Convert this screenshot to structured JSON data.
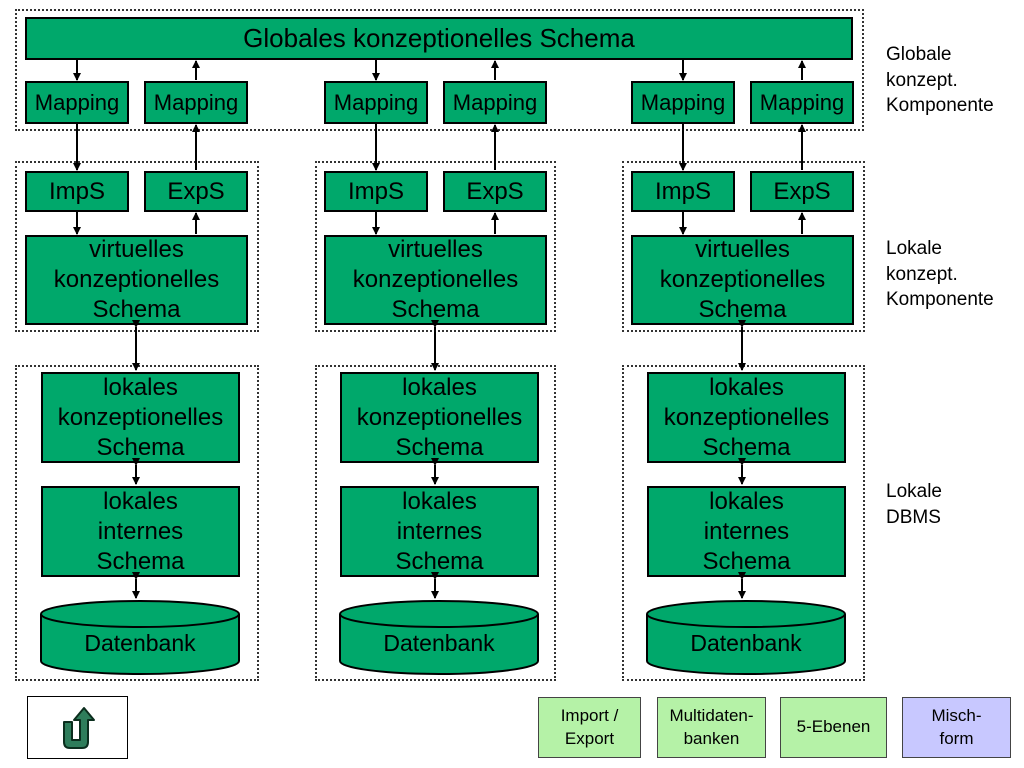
{
  "global_schema": "Globales konzeptionelles Schema",
  "mapping_label": "Mapping",
  "imp_label": "ImpS",
  "exp_label": "ExpS",
  "virtual_schema": [
    "virtuelles",
    "konzeptionelles",
    "Schema"
  ],
  "local_conceptual_schema": [
    "lokales",
    "konzeptionelles",
    "Schema"
  ],
  "local_internal_schema": [
    "lokales",
    "internes",
    "Schema"
  ],
  "database_label": "Datenbank",
  "side_labels": {
    "global": "Globale\nkonzept.\nKomponente",
    "local_concept": "Lokale\nkonzept.\nKomponente",
    "local_dbms": "Lokale\nDBMS"
  },
  "nav": {
    "import_export": "Import /\nExport",
    "multidatabases": "Multidaten-\nbanken",
    "five_levels": "5-Ebenen",
    "mixed_form": "Misch-\nform"
  },
  "colors": {
    "box_fill": "#00a86b",
    "nav_import": "#b5f2a7",
    "nav_multi": "#b5f2a7",
    "nav_five": "#b5f2a7",
    "nav_mixed": "#c8c8ff",
    "back_icon": "#2e7d5b"
  },
  "icons": {
    "back": "back-arrow-icon"
  }
}
